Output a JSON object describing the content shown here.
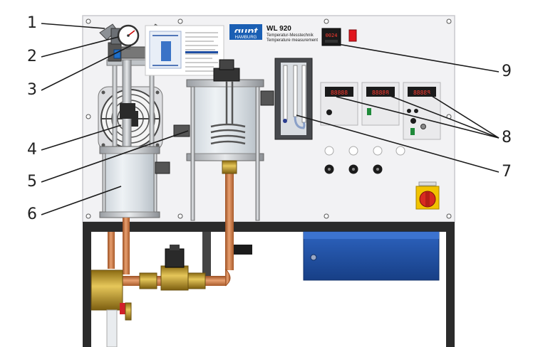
{
  "header": {
    "brand": "gunt",
    "brand_sub": "HAMBURG",
    "model": "WL 920",
    "subtitle_de": "Temperatur-Messtechnik",
    "subtitle_en": "Temperature measurement"
  },
  "callouts": [
    "1",
    "2",
    "3",
    "4",
    "5",
    "6",
    "7",
    "8",
    "9"
  ],
  "displays": {
    "controller": "0024",
    "meter_1": "88888",
    "meter_2": "88888",
    "meter_3": "88888"
  },
  "colors": {
    "panel": "#f2f2f4",
    "frame": "#2b2b2b",
    "drawer": "#1f4fa3",
    "copper": "#c7703a",
    "brass": "#c8a22d",
    "display_red": "#d8262d",
    "isolator_yellow": "#f2c300",
    "isolator_red": "#d82a20"
  },
  "icons": [
    "pressure-gauge-icon",
    "fan-icon",
    "heater-coil-icon",
    "solenoid-valve-icon",
    "rotary-knob-icon",
    "main-switch-icon"
  ]
}
